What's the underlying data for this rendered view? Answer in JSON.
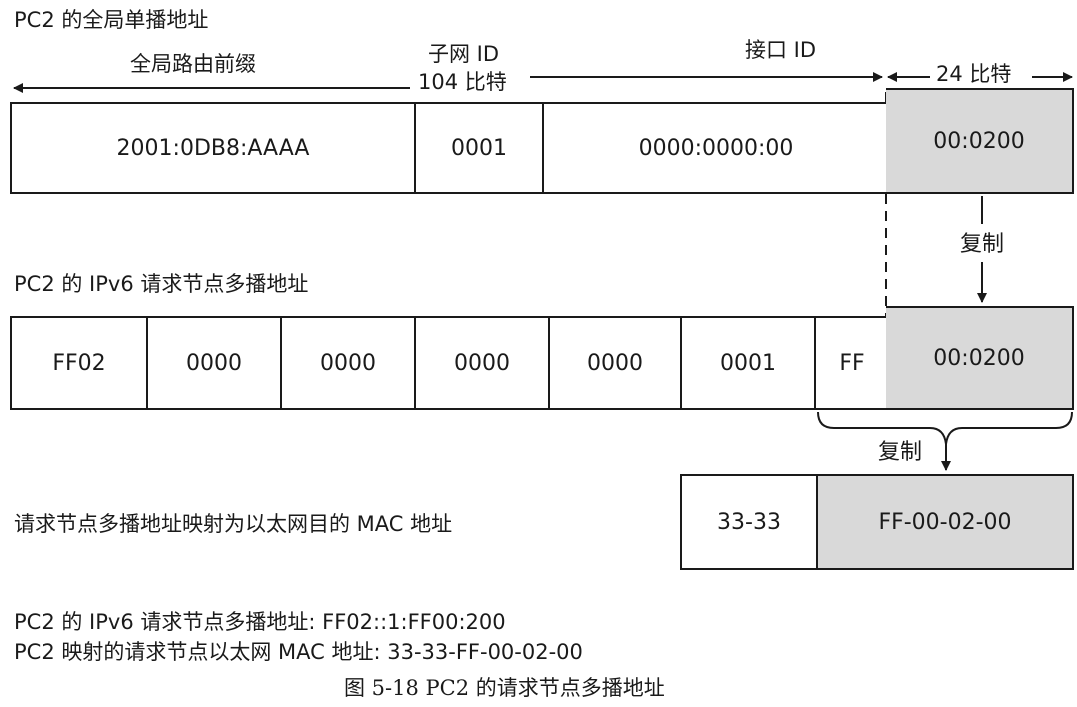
{
  "title_unicast": "PC2 的全局单播地址",
  "header_labels": {
    "global_prefix": "全局路由前缀",
    "subnet_id": "子网 ID",
    "interface_id": "接口 ID",
    "bits_104": "104 比特",
    "bits_24": "24 比特"
  },
  "unicast_fields": [
    "2001:0DB8:AAAA",
    "0001",
    "0000:0000:00",
    "00:0200"
  ],
  "copy_label_1": "复制",
  "title_multicast": "PC2 的 IPv6 请求节点多播地址",
  "multicast_fields": [
    "FF02",
    "0000",
    "0000",
    "0000",
    "0000",
    "0001",
    "FF",
    "00:0200"
  ],
  "copy_label_2": "复制",
  "mac_mapping_text": "请求节点多播地址映射为以太网目的 MAC 地址",
  "mac_fields": [
    "33-33",
    "FF-00-02-00"
  ],
  "summary_line_1": "PC2 的 IPv6 请求节点多播地址: FF02::1:FF00:200",
  "summary_line_2": "PC2 映射的请求节点以太网 MAC 地址: 33-33-FF-00-02-00",
  "figure_caption": "图 5-18   PC2 的请求节点多播地址",
  "colors": {
    "shade": "#d9d9d9",
    "line": "#1a1a1a"
  }
}
